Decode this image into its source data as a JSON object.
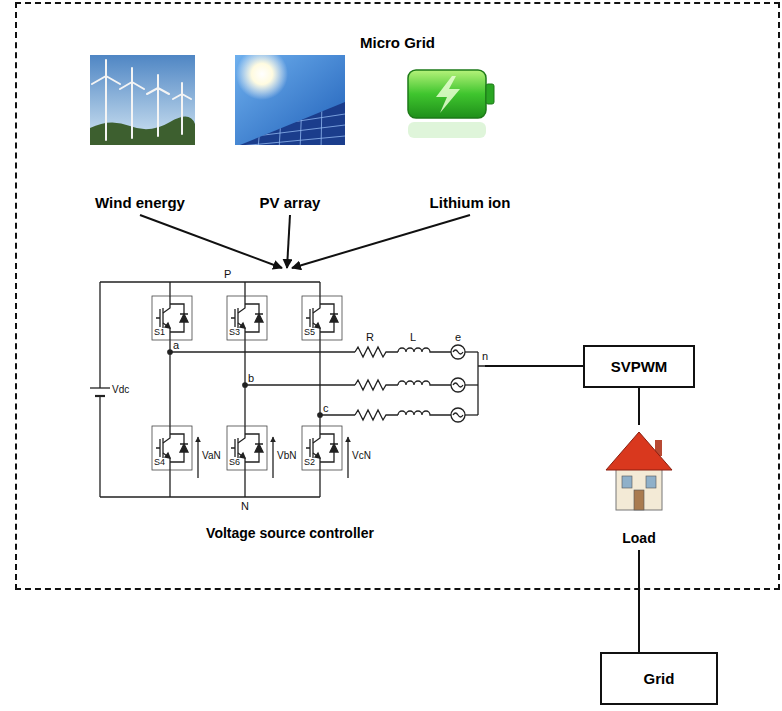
{
  "diagram": {
    "nodes": [
      {
        "text": [
          "Micro Grid"
        ]
      },
      {
        "text": [
          "Wind energy"
        ],
        "in": 0
      },
      {
        "text": [
          "PV array"
        ],
        "in": 0
      },
      {
        "text": [
          "Lithium ion"
        ],
        "in": 0
      },
      {
        "text": [
          "Voltage source controller"
        ],
        "in": 0
      },
      {
        "text": [
          "SVPWM"
        ],
        "in": 0
      },
      {
        "text": [
          "Load"
        ],
        "in": 0
      },
      {
        "text": [
          "Grid"
        ]
      }
    ],
    "edges": [
      {
        "from": 1,
        "to": 4,
        "arrow": "to"
      },
      {
        "from": 2,
        "to": 4,
        "arrow": "to"
      },
      {
        "from": 3,
        "to": 4,
        "arrow": "to"
      },
      {
        "from": 4,
        "to": 5,
        "arrow": "none"
      },
      {
        "from": 5,
        "to": 6,
        "arrow": "none"
      },
      {
        "from": 6,
        "to": 7,
        "arrow": "none"
      }
    ],
    "labels": [
      "P",
      "Vdc",
      "S1",
      "S3",
      "S5",
      "S4",
      "S6",
      "S2",
      "a",
      "b",
      "c",
      "VaN",
      "VbN",
      "VcN",
      "N",
      "R",
      "L",
      "e",
      "n"
    ]
  }
}
